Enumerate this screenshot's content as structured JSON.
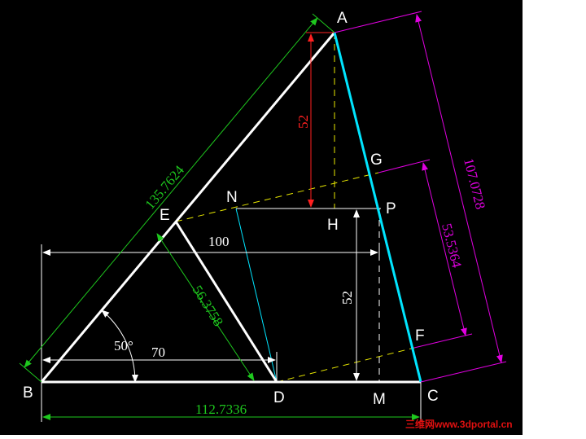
{
  "points": {
    "A": "A",
    "B": "B",
    "C": "C",
    "D": "D",
    "E": "E",
    "F": "F",
    "G": "G",
    "H": "H",
    "M": "M",
    "N": "N",
    "P": "P"
  },
  "dimensions": {
    "ah_height": "52",
    "pm_height": "52",
    "ab_length": "135.7624",
    "ed_length": "56.3758",
    "bc_length": "112.7336",
    "ac_length": "107.0728",
    "gf_length": "53.5364",
    "top_width": "100",
    "bd_width": "70",
    "angle_b": "50°"
  },
  "watermark": "三维网www.3dportal.cn",
  "colors": {
    "background": "#000000",
    "lines": "#ffffff",
    "ac_side": "#00e5ff",
    "green_dim": "#1ec81e",
    "magenta_dim": "#e000e0",
    "red_dim": "#ff2020",
    "yellow_dash": "#e8e800"
  }
}
